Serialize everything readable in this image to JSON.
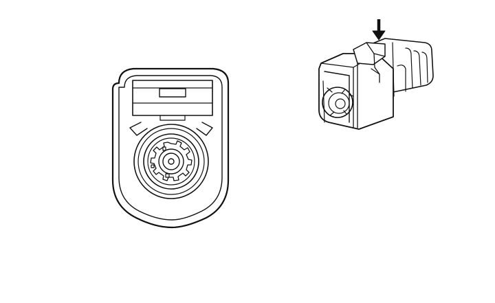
{
  "figure": {
    "views": [
      {
        "id": "front-view",
        "icon": "connector-front-face"
      },
      {
        "id": "iso-view",
        "icon": "connector-isometric"
      }
    ],
    "indicator": {
      "icon": "down-arrow",
      "meaning": "latch-press-direction"
    },
    "colors": {
      "stroke": "#111111",
      "fill": "#ffffff",
      "shade": "#d9d9d9"
    }
  }
}
